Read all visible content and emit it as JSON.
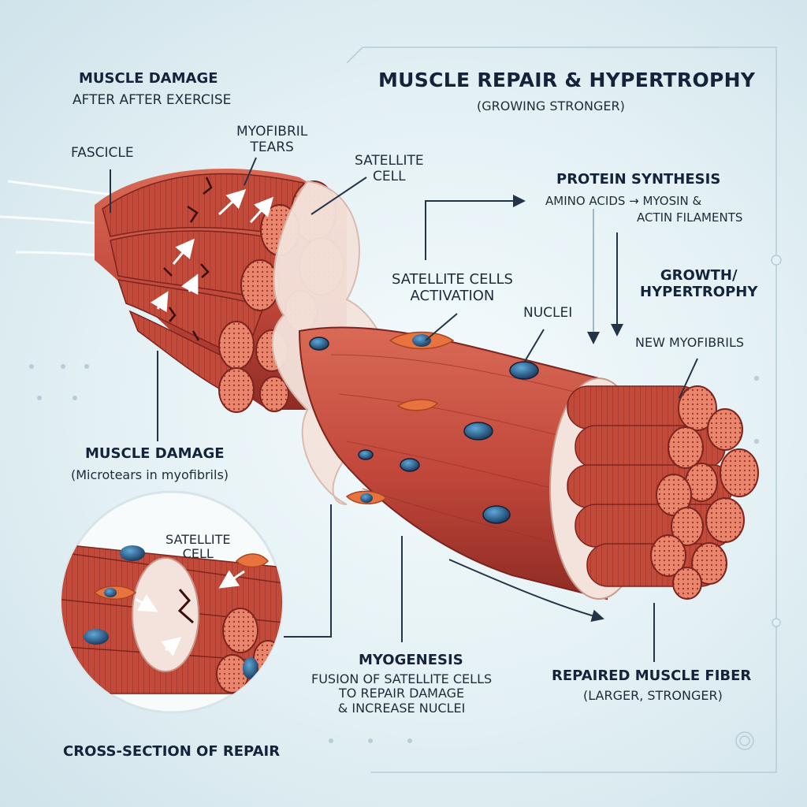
{
  "title": "MUSCLE REPAIR & HYPERTROPHY",
  "subtitle": "(GROWING STRONGER)",
  "damage_header": {
    "title": "MUSCLE DAMAGE",
    "subtitle": "AFTER AFTER EXERCISE"
  },
  "labels": {
    "fascicle": "FASCICLE",
    "myofibril_tears_1": "MYOFIBRIL",
    "myofibril_tears_2": "TEARS",
    "satellite_cell_top_1": "SATELLITE",
    "satellite_cell_top_2": "CELL",
    "satellite_activation_1": "SATELLITE CELLS",
    "satellite_activation_2": "ACTIVATION",
    "nuclei": "NUCLEI",
    "new_myofibrils": "NEW MYOFIBRILS",
    "muscle_damage_title": "MUSCLE DAMAGE",
    "muscle_damage_sub": "(Microtears in myofibrils)",
    "inset_satellite_1": "SATELLITE",
    "inset_satellite_2": "CELL",
    "cross_section": "CROSS-SECTION OF REPAIR"
  },
  "protein": {
    "title": "PROTEIN SYNTHESIS",
    "line1": "AMINO ACIDS → MYOSIN &",
    "line2": "ACTIN FILAMENTS"
  },
  "growth": {
    "line1": "GROWTH/",
    "line2": "HYPERTROPHY"
  },
  "myogenesis": {
    "title": "MYOGENESIS",
    "line1": "FUSION OF SATELLITE CELLS",
    "line2": "TO REPAIR DAMAGE",
    "line3": "& INCREASE NUCLEI"
  },
  "repaired": {
    "title": "REPAIRED MUSCLE FIBER",
    "subtitle": "(LARGER, STRONGER)"
  },
  "colors": {
    "muscle": "#c2483a",
    "muscle_dark": "#8e2c24",
    "muscle_light": "#e07a66",
    "fiber_end": "#e9856b",
    "nucleus": "#2b5d8a",
    "satellite_cell": "#e8733f",
    "connective": "#f4e3dc",
    "line": "#243447",
    "panel": "#ffffff"
  }
}
